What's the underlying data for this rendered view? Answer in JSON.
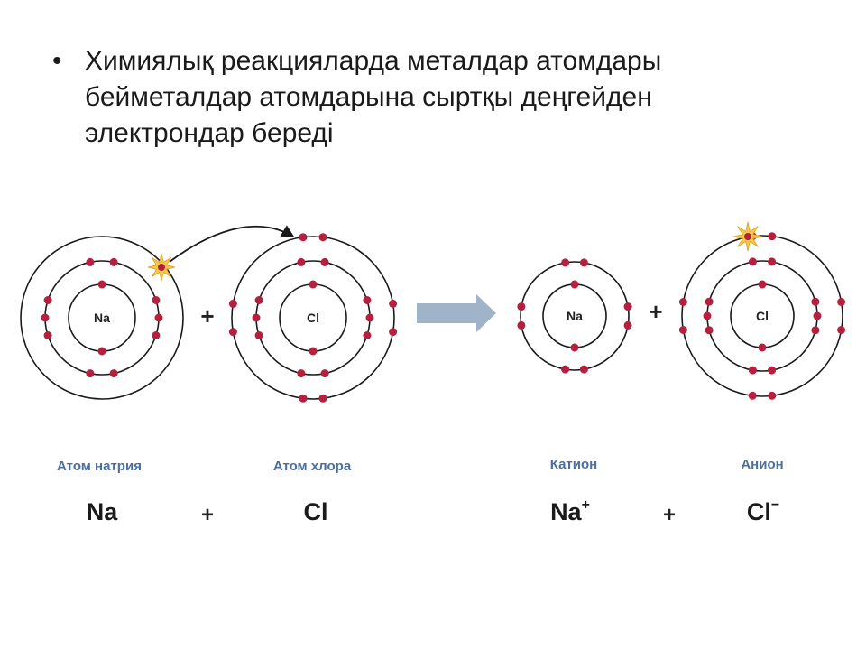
{
  "slide": {
    "bullet": "•",
    "lines": [
      "Химиялық реакцияларда металдар атомдары",
      "бейметалдар атомдарына сыртқы деңгейден",
      "электрондар береді"
    ]
  },
  "diagram": {
    "atoms": [
      {
        "symbol": "Na",
        "caption": "Атом натрия"
      },
      {
        "symbol": "Cl",
        "caption": "Атом хлора"
      },
      {
        "symbol": "Na",
        "caption": "Катион"
      },
      {
        "symbol": "Cl",
        "caption": "Анион"
      }
    ],
    "plus": "+",
    "formulas": [
      {
        "base": "Na",
        "sup": ""
      },
      {
        "base": "Cl",
        "sup": ""
      },
      {
        "base": "Na",
        "sup": "+"
      },
      {
        "base": "Cl",
        "sup": "−"
      }
    ]
  },
  "colors": {
    "electron": "#b5203f",
    "shell": "#1a1a1a",
    "arrow": "#9fb4c8",
    "caption": "#4a6fa0",
    "star": "#f6c94a"
  }
}
